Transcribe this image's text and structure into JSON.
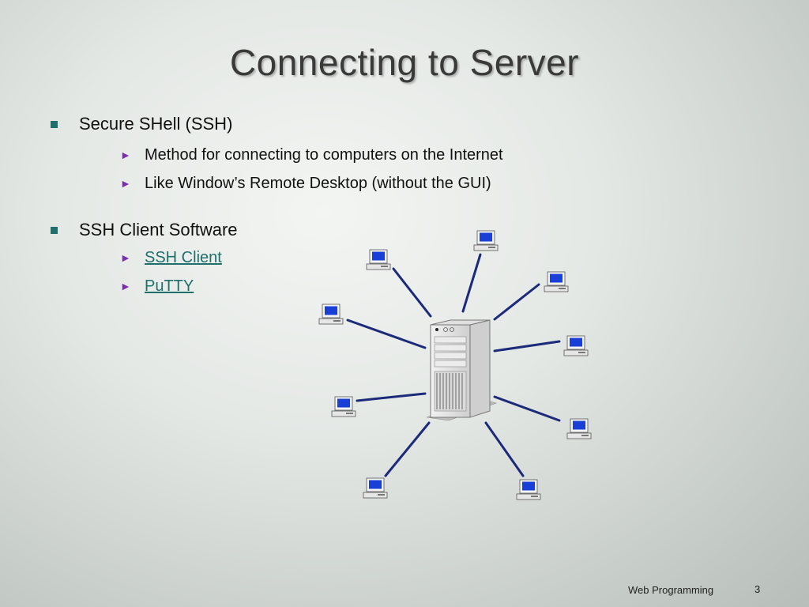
{
  "slide": {
    "title": "Connecting to Server"
  },
  "bullets": [
    {
      "text": "Secure SHell (SSH)",
      "sub": [
        {
          "text": "Method for connecting to computers on the Internet"
        },
        {
          "text": "Like Window’s Remote Desktop (without the GUI)"
        }
      ]
    },
    {
      "text": "SSH Client Software",
      "sub": [
        {
          "text": "SSH Client",
          "link": true
        },
        {
          "text": "PuTTY",
          "link": true
        }
      ]
    }
  ],
  "diagram": {
    "server_icon": "server-tower-icon",
    "client_icon": "desktop-computer-icon",
    "client_count": 9,
    "line_color": "#1c2a7a",
    "screen_color": "#1a3fd6"
  },
  "footer": {
    "course": "Web Programming",
    "page": "3"
  },
  "colors": {
    "title": "#3a3a3a",
    "bullet_square": "#1f6f6b",
    "bullet_triangle": "#7a2ea8",
    "link": "#1f6f6b"
  }
}
